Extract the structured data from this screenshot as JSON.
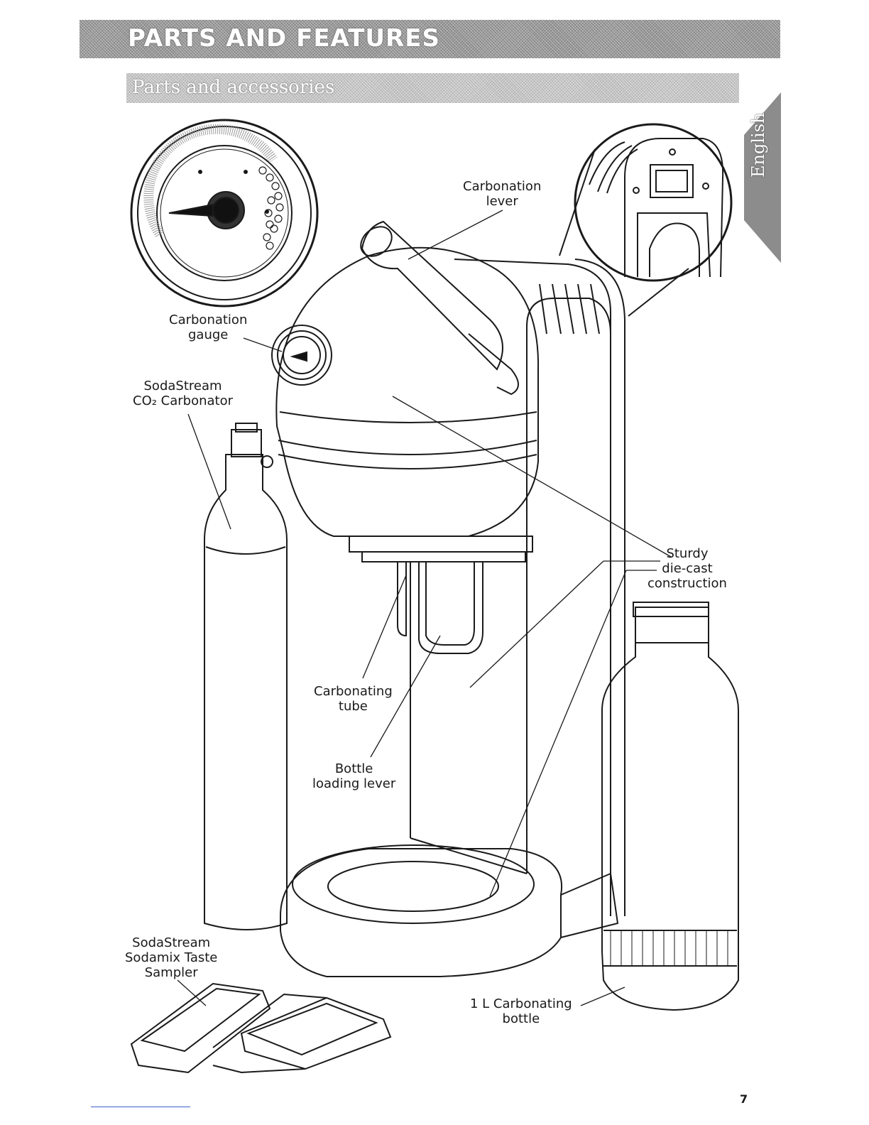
{
  "header": {
    "title": "PARTS AND FEATURES",
    "section": "Parts and accessories",
    "language_tab": "English"
  },
  "labels": {
    "carbonation_lever": [
      "Carbonation",
      "lever"
    ],
    "carbonation_gauge": [
      "Carbonation",
      "gauge"
    ],
    "co2_carbonator": [
      "SodaStream",
      "CO₂ Carbonator"
    ],
    "sturdy_construction": [
      "Sturdy",
      "die-cast",
      "construction"
    ],
    "carbonating_tube": [
      "Carbonating",
      "tube"
    ],
    "bottle_loading_lever": [
      "Bottle",
      "loading lever"
    ],
    "taste_sampler": [
      "SodaStream",
      "Sodamix Taste",
      "Sampler"
    ],
    "carbonating_bottle": [
      "1 L Carbonating",
      "bottle"
    ]
  },
  "footer": {
    "page_number": "7"
  },
  "colors": {
    "banner": "#9a9a9a",
    "subbanner": "#c6c6c6",
    "line": "#1a1a1a"
  }
}
